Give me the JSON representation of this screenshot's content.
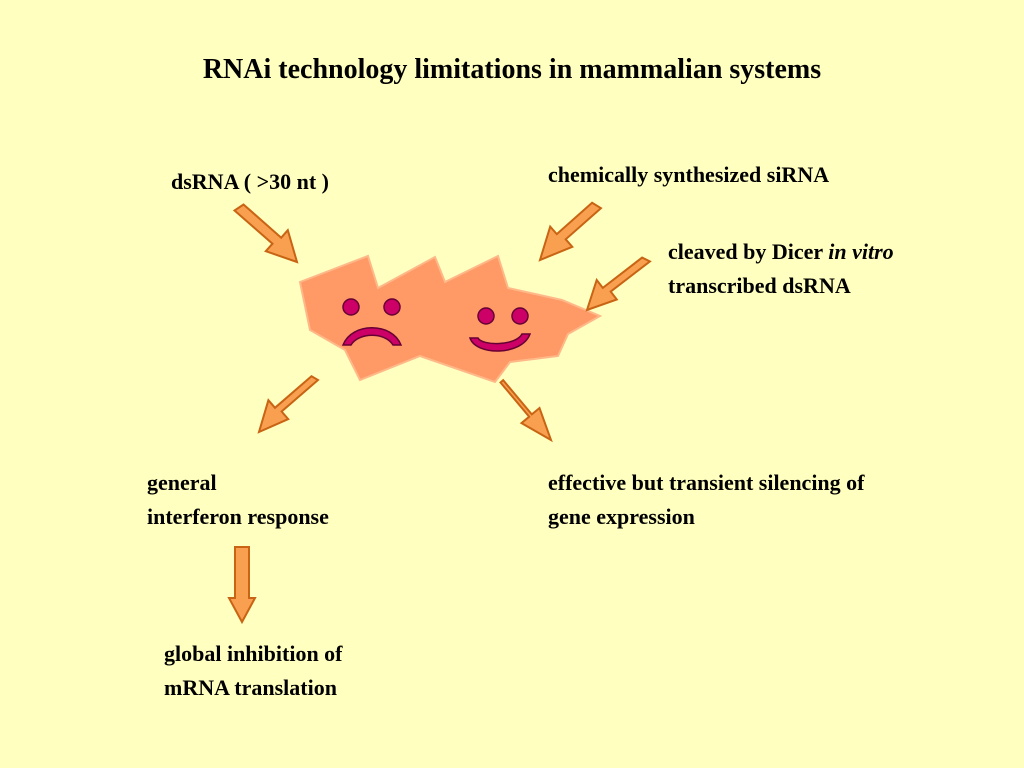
{
  "title": "RNAi technology limitations in mammalian systems",
  "labels": {
    "dsrna": "dsRNA ( >30 nt )",
    "sirna": "chemically synthesized siRNA",
    "dicer_line1_pre": "cleaved by Dicer ",
    "dicer_line1_italic": "in vitro",
    "dicer_line2": "transcribed dsRNA",
    "interferon_line1": "general",
    "interferon_line2": "interferon response",
    "silencing_line1": "effective but transient silencing of",
    "silencing_line2": "gene expression",
    "inhibition_line1": "global inhibition of",
    "inhibition_line2": "mRNA translation"
  },
  "colors": {
    "background": "#ffffc0",
    "cell_fill": "#ff9966",
    "arrow_fill": "#f8a050",
    "face_color": "#cc0066"
  },
  "icons": [
    "sad-face-icon",
    "happy-face-icon"
  ]
}
